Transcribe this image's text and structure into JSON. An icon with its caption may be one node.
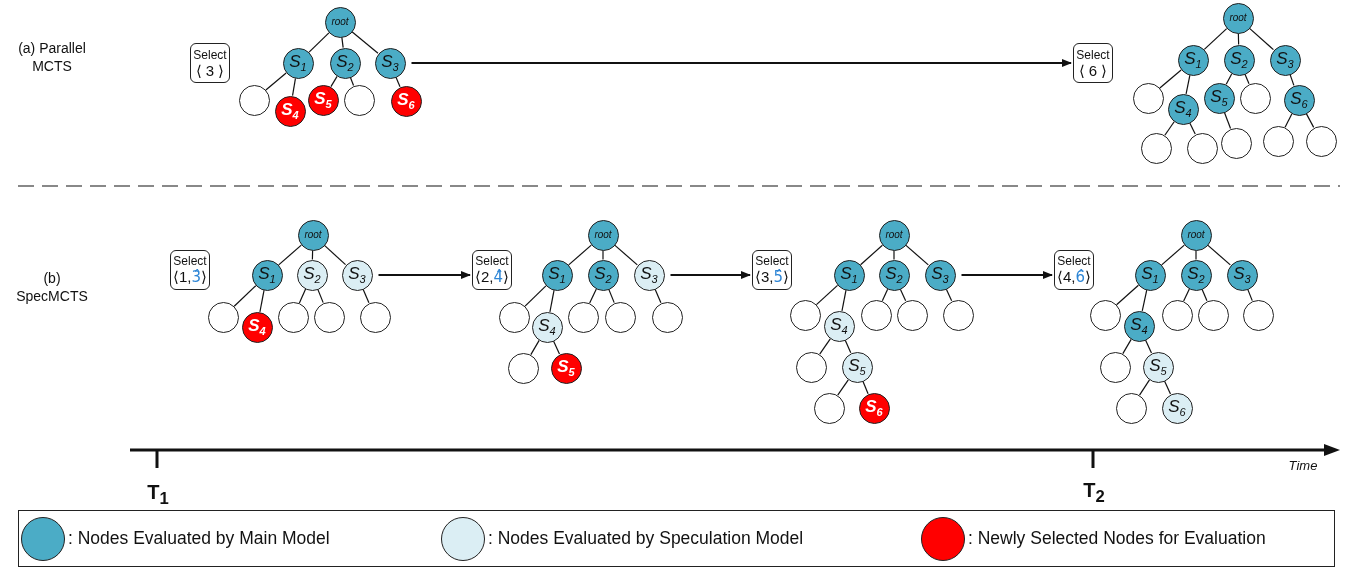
{
  "diagram": {
    "nodes": [
      {
        "text": [
          "Select",
          "⟨ 3 ⟩"
        ]
      },
      {
        "text": [
          "root"
        ]
      },
      {
        "text": [
          "S$_{1}$"
        ]
      },
      {
        "text": [
          "S$_{2}$"
        ]
      },
      {
        "text": [
          "S$_{3}$"
        ]
      },
      {
        "text": [],
        "shape": "circle"
      },
      {
        "text": [
          "S$_{4}$"
        ]
      },
      {
        "text": [
          "S$_{5}$"
        ]
      },
      {
        "text": [],
        "shape": "circle"
      },
      {
        "text": [
          "S$_{6}$"
        ]
      },
      {
        "text": [
          "Select",
          "⟨ 6 ⟩"
        ]
      },
      {
        "text": [
          "root"
        ]
      },
      {
        "text": [
          "S$_{1}$"
        ]
      },
      {
        "text": [
          "S$_{2}$"
        ]
      },
      {
        "text": [
          "S$_{3}$"
        ]
      },
      {
        "text": [],
        "shape": "circle"
      },
      {
        "text": [
          "S$_{4}$"
        ]
      },
      {
        "text": [
          "S$_{5}$"
        ]
      },
      {
        "text": [],
        "shape": "circle"
      },
      {
        "text": [
          "S$_{6}$"
        ]
      },
      {
        "text": [],
        "shape": "circle"
      },
      {
        "text": [],
        "shape": "circle"
      },
      {
        "text": [],
        "shape": "circle"
      },
      {
        "text": [],
        "shape": "circle"
      },
      {
        "text": [],
        "shape": "circle"
      },
      {
        "text": [
          "Select",
          "⟨1,3̂⟩"
        ]
      },
      {
        "text": [
          "root"
        ]
      },
      {
        "text": [
          "S$_{1}$"
        ]
      },
      {
        "text": [
          "S$_{2}$"
        ]
      },
      {
        "text": [
          "S$_{3}$"
        ]
      },
      {
        "text": [],
        "shape": "circle"
      },
      {
        "text": [
          "S$_{4}$"
        ]
      },
      {
        "text": [],
        "shape": "circle"
      },
      {
        "text": [],
        "shape": "circle"
      },
      {
        "text": [],
        "shape": "circle"
      },
      {
        "text": [
          "Select",
          "⟨2,4̂⟩"
        ]
      },
      {
        "text": [
          "root"
        ]
      },
      {
        "text": [
          "S$_{1}$"
        ]
      },
      {
        "text": [
          "S$_{2}$"
        ]
      },
      {
        "text": [
          "S$_{3}$"
        ]
      },
      {
        "text": [],
        "shape": "circle"
      },
      {
        "text": [
          "S$_{4}$"
        ]
      },
      {
        "text": [],
        "shape": "circle"
      },
      {
        "text": [],
        "shape": "circle"
      },
      {
        "text": [],
        "shape": "circle"
      },
      {
        "text": [],
        "shape": "circle"
      },
      {
        "text": [
          "S$_{5}$"
        ]
      },
      {
        "text": [
          "Select",
          "⟨3,5̂⟩"
        ]
      },
      {
        "text": [
          "root"
        ]
      },
      {
        "text": [
          "S$_{1}$"
        ]
      },
      {
        "text": [
          "S$_{2}$"
        ]
      },
      {
        "text": [
          "S$_{3}$"
        ]
      },
      {
        "text": [],
        "shape": "circle"
      },
      {
        "text": [
          "S$_{4}$"
        ]
      },
      {
        "text": [],
        "shape": "circle"
      },
      {
        "text": [],
        "shape": "circle"
      },
      {
        "text": [],
        "shape": "circle"
      },
      {
        "text": [],
        "shape": "circle"
      },
      {
        "text": [
          "S$_{5}$"
        ]
      },
      {
        "text": [],
        "shape": "circle"
      },
      {
        "text": [
          "S$_{6}$"
        ]
      },
      {
        "text": [
          "Select",
          "⟨4,6̂⟩"
        ]
      },
      {
        "text": [
          "root"
        ]
      },
      {
        "text": [
          "S$_{1}$"
        ]
      },
      {
        "text": [
          "S$_{2}$"
        ]
      },
      {
        "text": [
          "S$_{3}$"
        ]
      },
      {
        "text": [],
        "shape": "circle"
      },
      {
        "text": [
          "S$_{4}$"
        ]
      },
      {
        "text": [],
        "shape": "circle"
      },
      {
        "text": [],
        "shape": "circle"
      },
      {
        "text": [],
        "shape": "circle"
      },
      {
        "text": [],
        "shape": "circle"
      },
      {
        "text": [
          "S$_{5}$"
        ]
      },
      {
        "text": [],
        "shape": "circle"
      },
      {
        "text": [
          "S$_{6}$"
        ]
      }
    ],
    "edges": [
      {
        "from": 1,
        "to": 2,
        "arrow": "none"
      },
      {
        "from": 1,
        "to": 3,
        "arrow": "none"
      },
      {
        "from": 1,
        "to": 4,
        "arrow": "none"
      },
      {
        "from": 2,
        "to": 5,
        "arrow": "none"
      },
      {
        "from": 2,
        "to": 6,
        "arrow": "none"
      },
      {
        "from": 3,
        "to": 7,
        "arrow": "none"
      },
      {
        "from": 3,
        "to": 8,
        "arrow": "none"
      },
      {
        "from": 4,
        "to": 9,
        "arrow": "none"
      },
      {
        "from": 4,
        "to": 10,
        "arrow": "to"
      },
      {
        "from": 11,
        "to": 12,
        "arrow": "none"
      },
      {
        "from": 11,
        "to": 13,
        "arrow": "none"
      },
      {
        "from": 11,
        "to": 14,
        "arrow": "none"
      },
      {
        "from": 12,
        "to": 15,
        "arrow": "none"
      },
      {
        "from": 12,
        "to": 16,
        "arrow": "none"
      },
      {
        "from": 13,
        "to": 17,
        "arrow": "none"
      },
      {
        "from": 13,
        "to": 18,
        "arrow": "none"
      },
      {
        "from": 14,
        "to": 19,
        "arrow": "none"
      },
      {
        "from": 16,
        "to": 20,
        "arrow": "none"
      },
      {
        "from": 16,
        "to": 21,
        "arrow": "none"
      },
      {
        "from": 17,
        "to": 22,
        "arrow": "none"
      },
      {
        "from": 19,
        "to": 23,
        "arrow": "none"
      },
      {
        "from": 19,
        "to": 24,
        "arrow": "none"
      },
      {
        "from": 26,
        "to": 27,
        "arrow": "none"
      },
      {
        "from": 26,
        "to": 28,
        "arrow": "none"
      },
      {
        "from": 26,
        "to": 29,
        "arrow": "none"
      },
      {
        "from": 27,
        "to": 30,
        "arrow": "none"
      },
      {
        "from": 27,
        "to": 31,
        "arrow": "none"
      },
      {
        "from": 28,
        "to": 32,
        "arrow": "none"
      },
      {
        "from": 28,
        "to": 33,
        "arrow": "none"
      },
      {
        "from": 29,
        "to": 34,
        "arrow": "none"
      },
      {
        "from": 29,
        "to": 35,
        "arrow": "to"
      },
      {
        "from": 36,
        "to": 37,
        "arrow": "none"
      },
      {
        "from": 36,
        "to": 38,
        "arrow": "none"
      },
      {
        "from": 36,
        "to": 39,
        "arrow": "none"
      },
      {
        "from": 37,
        "to": 40,
        "arrow": "none"
      },
      {
        "from": 37,
        "to": 41,
        "arrow": "none"
      },
      {
        "from": 38,
        "to": 42,
        "arrow": "none"
      },
      {
        "from": 38,
        "to": 43,
        "arrow": "none"
      },
      {
        "from": 39,
        "to": 44,
        "arrow": "none"
      },
      {
        "from": 41,
        "to": 45,
        "arrow": "none"
      },
      {
        "from": 41,
        "to": 46,
        "arrow": "none"
      },
      {
        "from": 39,
        "to": 47,
        "arrow": "to"
      },
      {
        "from": 48,
        "to": 49,
        "arrow": "none"
      },
      {
        "from": 48,
        "to": 50,
        "arrow": "none"
      },
      {
        "from": 48,
        "to": 51,
        "arrow": "none"
      },
      {
        "from": 49,
        "to": 52,
        "arrow": "none"
      },
      {
        "from": 49,
        "to": 53,
        "arrow": "none"
      },
      {
        "from": 50,
        "to": 54,
        "arrow": "none"
      },
      {
        "from": 50,
        "to": 55,
        "arrow": "none"
      },
      {
        "from": 51,
        "to": 56,
        "arrow": "none"
      },
      {
        "from": 53,
        "to": 57,
        "arrow": "none"
      },
      {
        "from": 53,
        "to": 58,
        "arrow": "none"
      },
      {
        "from": 58,
        "to": 59,
        "arrow": "none"
      },
      {
        "from": 58,
        "to": 60,
        "arrow": "none"
      },
      {
        "from": 51,
        "to": 61,
        "arrow": "to"
      },
      {
        "from": 62,
        "to": 63,
        "arrow": "none"
      },
      {
        "from": 62,
        "to": 64,
        "arrow": "none"
      },
      {
        "from": 62,
        "to": 65,
        "arrow": "none"
      },
      {
        "from": 63,
        "to": 66,
        "arrow": "none"
      },
      {
        "from": 63,
        "to": 67,
        "arrow": "none"
      },
      {
        "from": 64,
        "to": 68,
        "arrow": "none"
      },
      {
        "from": 64,
        "to": 69,
        "arrow": "none"
      },
      {
        "from": 65,
        "to": 70,
        "arrow": "none"
      },
      {
        "from": 67,
        "to": 71,
        "arrow": "none"
      },
      {
        "from": 67,
        "to": 72,
        "arrow": "none"
      },
      {
        "from": 72,
        "to": 73,
        "arrow": "none"
      },
      {
        "from": 72,
        "to": 74,
        "arrow": "none"
      }
    ],
    "labels": [
      "(a) Parallel MCTS",
      "(b) SpecMCTS",
      "Time",
      "T$_{1}$",
      "T$_{2}$"
    ],
    "legend": [
      {
        "text": ": Nodes Evaluated by Main Model",
        "color": "#4bacc6"
      },
      {
        "text": ": Nodes Evaluated by Speculation Model",
        "color": "#dbeef4"
      },
      {
        "text": ": Newly Selected Nodes for Evaluation",
        "color": "#ff0000"
      }
    ]
  }
}
